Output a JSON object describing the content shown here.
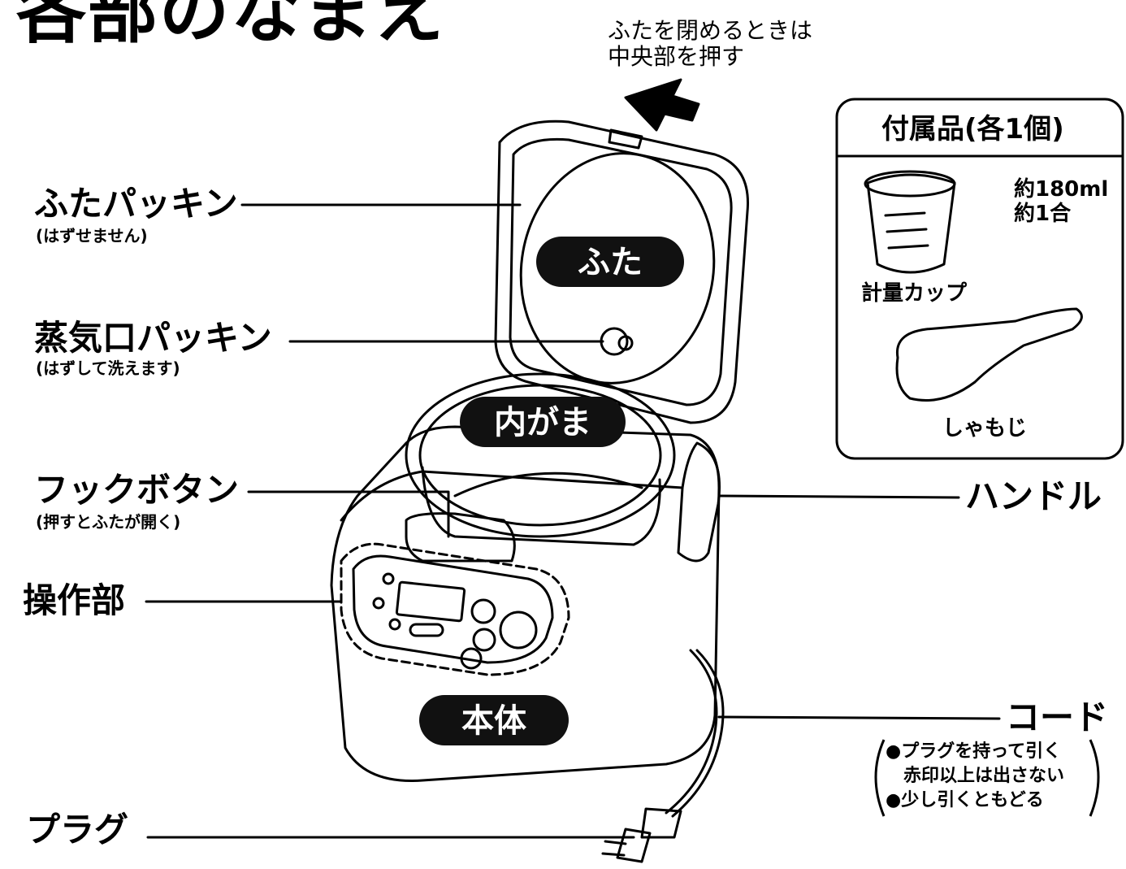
{
  "title": "各部のなまえ",
  "lid_note": [
    "ふたを閉めるときは",
    "中央部を押す"
  ],
  "labels": {
    "lid_packing": "ふたパッキン",
    "lid_packing_sub": "(はずせません)",
    "steam_packing": "蒸気口パッキン",
    "steam_packing_sub": "(はずして洗えます)",
    "hook_button": "フックボタン",
    "hook_button_sub": "(押すとふたが開く)",
    "control_panel": "操作部",
    "plug": "プラグ",
    "handle": "ハンドル",
    "cord": "コード"
  },
  "cord_notes": [
    "●プラグを持って引く",
    "赤印以上は出さない",
    "●少し引くともどる"
  ],
  "parts": {
    "lid": "ふた",
    "inner_pot": "内がま",
    "body": "本体"
  },
  "accessories": {
    "title": "付属品(各1個)",
    "cup_name": "計量カップ",
    "cup_capacity": [
      "約180ml",
      "約1合"
    ],
    "spatula": "しゃもじ"
  }
}
